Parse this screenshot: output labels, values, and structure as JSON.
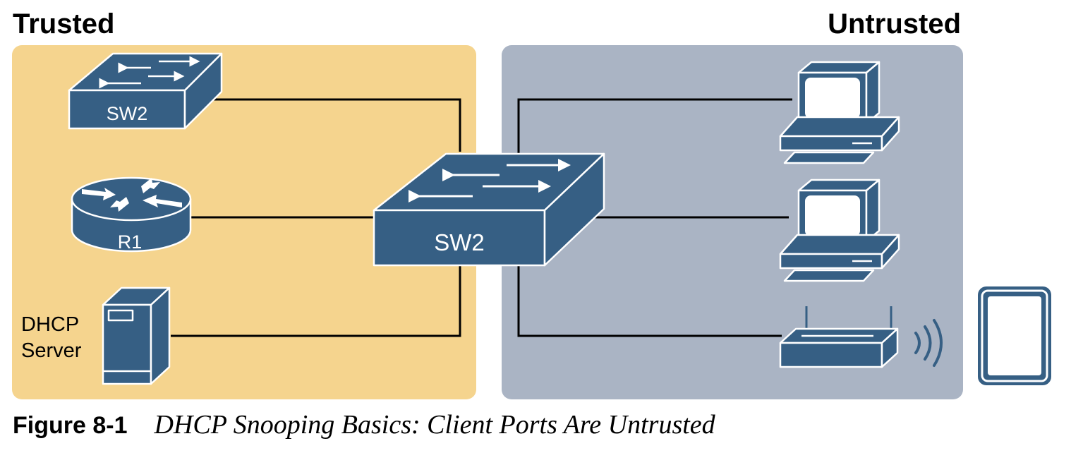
{
  "zones": {
    "trusted": {
      "label": "Trusted",
      "color": "#f5d48e"
    },
    "untrusted": {
      "label": "Untrusted",
      "color": "#aab4c4"
    }
  },
  "devices": {
    "sw_top": {
      "label": "SW2"
    },
    "router": {
      "label": "R1"
    },
    "server": {
      "label_line1": "DHCP",
      "label_line2": "Server"
    },
    "sw_center": {
      "label": "SW2"
    }
  },
  "colors": {
    "device": "#365f84",
    "outline": "#ffffff",
    "link": "#000000"
  },
  "caption": {
    "number": "Figure 8-1",
    "title": "DHCP Snooping Basics: Client Ports Are Untrusted"
  }
}
